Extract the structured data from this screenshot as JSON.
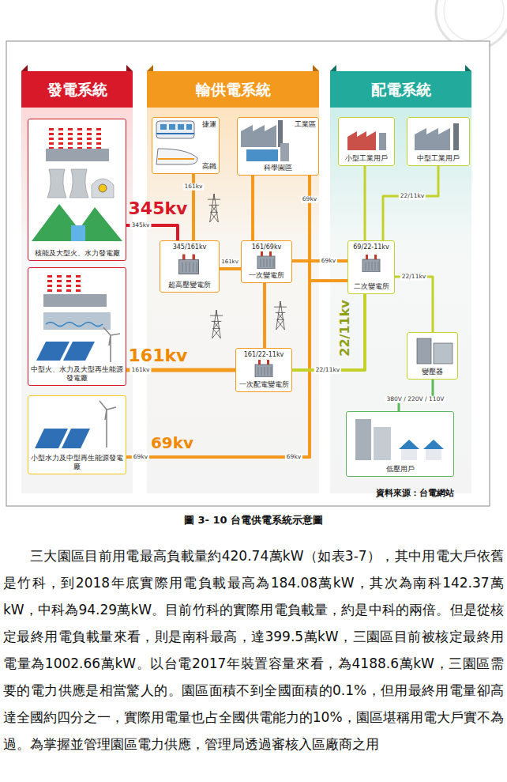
{
  "diagram": {
    "caption": "圖 3- 10 台電供電系統示意圖",
    "nodes": [
      {
        "text": [
          "發電系統"
        ]
      },
      {
        "text": [
          "輸供電系統"
        ]
      },
      {
        "text": [
          "配電系統"
        ]
      },
      {
        "text": [
          "核能及大型火、水力發電廠"
        ]
      },
      {
        "text": [
          "中型火、水力及大型再生能源發電廠"
        ]
      },
      {
        "text": [
          "小型水力及中型再生能源發電廠"
        ]
      },
      {
        "text": [
          "捷運",
          "高鐵"
        ]
      },
      {
        "text": [
          "工業區",
          "科學園區"
        ]
      },
      {
        "text": [
          "345/161kv",
          "超高壓變電所"
        ]
      },
      {
        "text": [
          "161/69kv",
          "一次變電所"
        ]
      },
      {
        "text": [
          "161/22-11kv",
          "一次配電變電所"
        ]
      },
      {
        "text": [
          "69/22-11kv",
          "二次變電所"
        ]
      },
      {
        "text": [
          "小型工業用戶"
        ]
      },
      {
        "text": [
          "中型工業用戶"
        ]
      },
      {
        "text": [
          "變壓器"
        ]
      },
      {
        "text": [
          "低壓用戶"
        ]
      }
    ],
    "edges": [
      {
        "from": 3,
        "to": 8,
        "label": "345kv",
        "arrow": "none"
      },
      {
        "from": 4,
        "to": 10,
        "label": "161kv",
        "arrow": "none"
      },
      {
        "from": 5,
        "to": 11,
        "label": "69kv",
        "arrow": "none"
      },
      {
        "from": 5,
        "to": 7,
        "label": "69kv",
        "arrow": "none"
      },
      {
        "from": 8,
        "to": 6,
        "label": "161kv",
        "arrow": "none"
      },
      {
        "from": 8,
        "to": 9,
        "label": "161kv",
        "arrow": "none"
      },
      {
        "from": 9,
        "to": 7,
        "arrow": "none"
      },
      {
        "from": 9,
        "to": 10,
        "arrow": "none"
      },
      {
        "from": 9,
        "to": 11,
        "label": "69kv",
        "arrow": "none"
      },
      {
        "from": 10,
        "to": 11,
        "label": "22/11kv",
        "arrow": "none"
      },
      {
        "from": 11,
        "to": 12,
        "arrow": "none"
      },
      {
        "from": 11,
        "to": 13,
        "label": "22/11kv",
        "arrow": "none"
      },
      {
        "from": 11,
        "to": 14,
        "label": "22/11kv",
        "arrow": "none"
      },
      {
        "from": 14,
        "to": 15,
        "label": "380V / 220V / 110V",
        "arrow": "none"
      }
    ],
    "labels": [
      "345kv",
      "161kv",
      "69kv",
      "22/11kv",
      "69kv",
      "資料來源：台電網站",
      "三大園區目前用電最高負載量約420.74萬kW（如表3-7），其中用電大戶依舊是竹科，到2018年底實際用電負載最高為184.08萬kW，其次為南科142.37萬kW，中科為94.29萬kW。目前竹科的實際用電負載量，約是中科的兩倍。但是從核定最終用電負載量來看，則是南科最高，達399.5萬kW，三園區目前被核定最終用電量為1002.66萬kW。以台電2017年裝置容量來看，為4188.6萬kW，三園區需要的電力供應是相當驚人的。園區面積不到全國面積的0.1%，但用最終用電量卻高達全國約四分之一，實際用電量也占全國供電能力的10%，園區堪稱用電大戶實不為過。為掌握並管理園區電力供應，管理局透過審核入區廠商之用"
    ]
  }
}
